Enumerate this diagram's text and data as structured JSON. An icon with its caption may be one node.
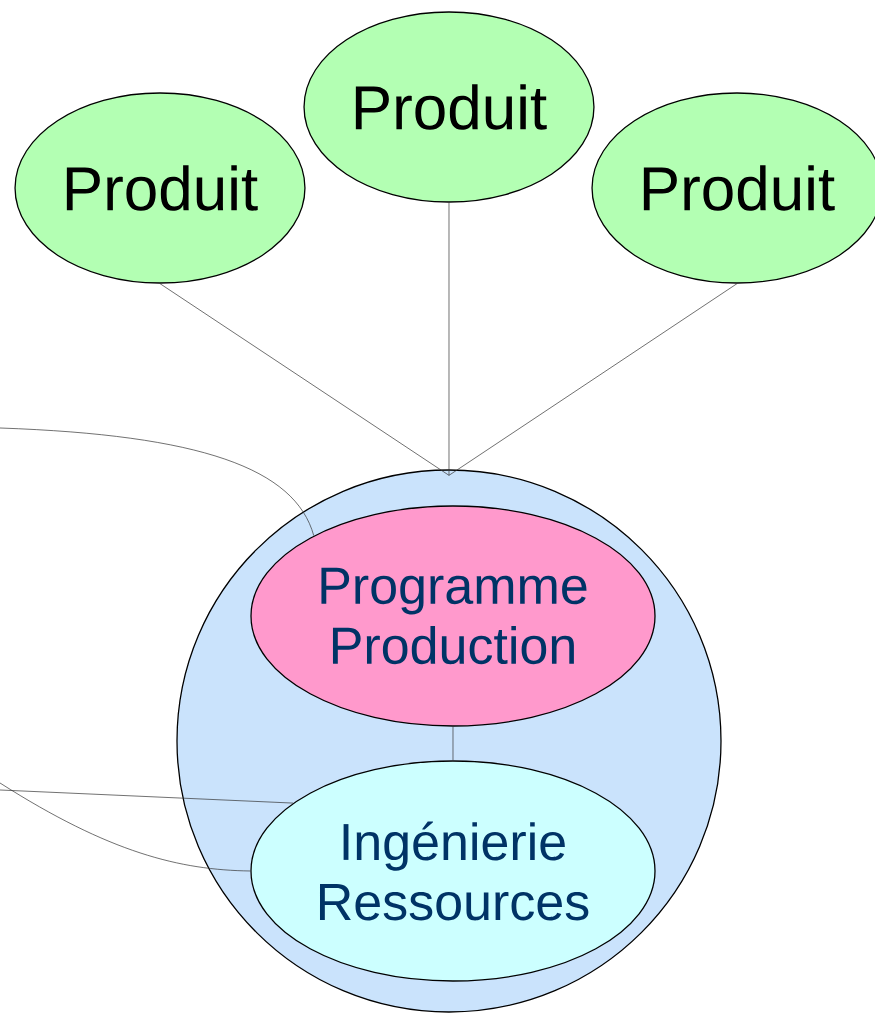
{
  "diagram": {
    "nodes": [
      {
        "text": [
          "Produit"
        ]
      },
      {
        "text": [
          "Produit"
        ]
      },
      {
        "text": [
          "Produit"
        ]
      },
      {
        "text": [],
        "shape": "circle"
      },
      {
        "text": [
          "Programme Production"
        ],
        "in": 3
      },
      {
        "text": [
          "Ingénierie Ressources"
        ],
        "in": 3
      }
    ],
    "edges": [
      {
        "from": 0,
        "to": 3,
        "arrow": "none"
      },
      {
        "from": 1,
        "to": 3,
        "arrow": "none"
      },
      {
        "from": 2,
        "to": 3,
        "arrow": "none"
      },
      {
        "from": 4,
        "to": 5,
        "arrow": "none"
      },
      {
        "from": null,
        "to": 4,
        "arrow": "none"
      },
      {
        "from": null,
        "to": 5,
        "arrow": "none"
      },
      {
        "from": null,
        "to": 5,
        "arrow": "none"
      }
    ]
  }
}
